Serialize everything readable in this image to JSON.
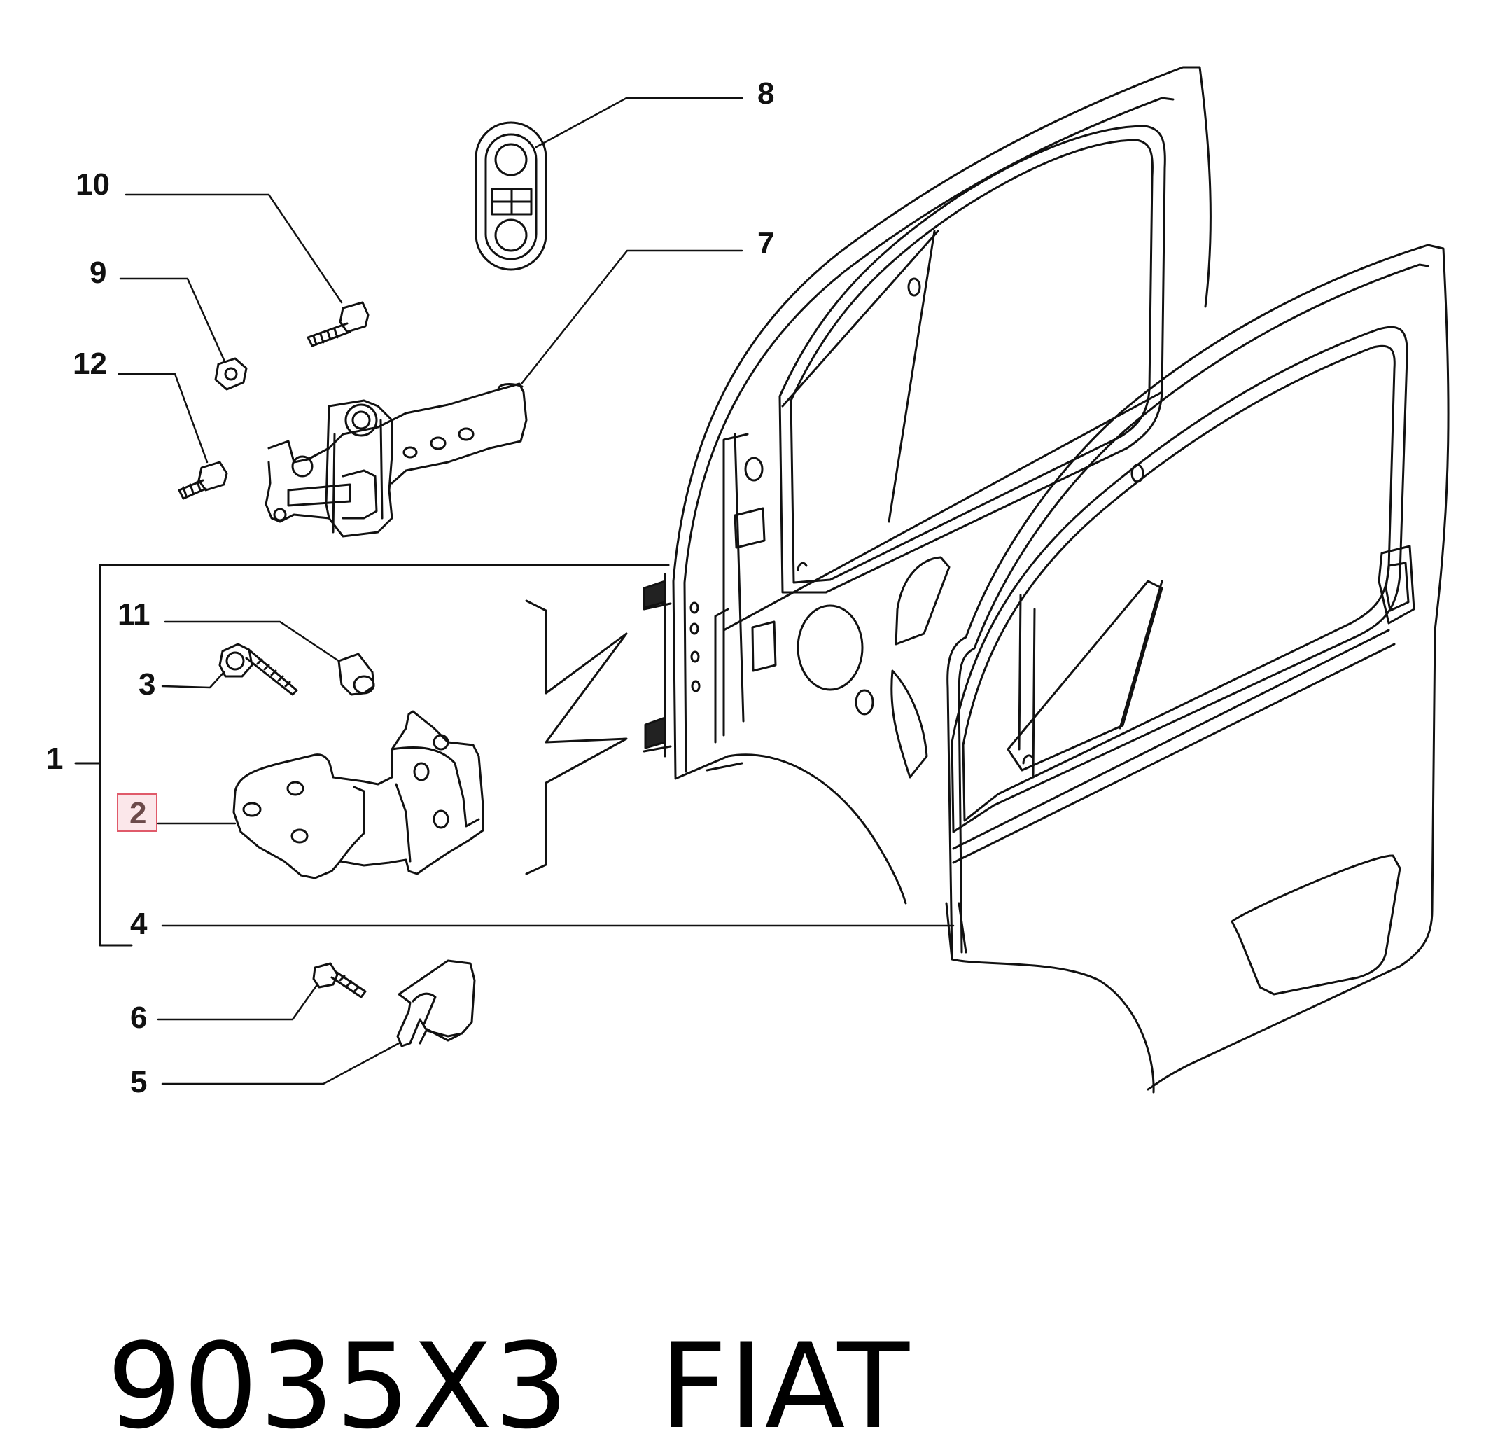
{
  "callouts": {
    "c1": "1",
    "c2": "2",
    "c3": "3",
    "c4": "4",
    "c5": "5",
    "c6": "6",
    "c7": "7",
    "c8": "8",
    "c9": "9",
    "c10": "10",
    "c11": "11",
    "c12": "12"
  },
  "highlighted_callout": "2",
  "footer": {
    "code": "9035X3",
    "brand": "FIAT"
  },
  "colors": {
    "line": "#111111",
    "highlight_border": "#e05a6a",
    "highlight_fill": "#fbe7ea",
    "pad": "#222222"
  }
}
